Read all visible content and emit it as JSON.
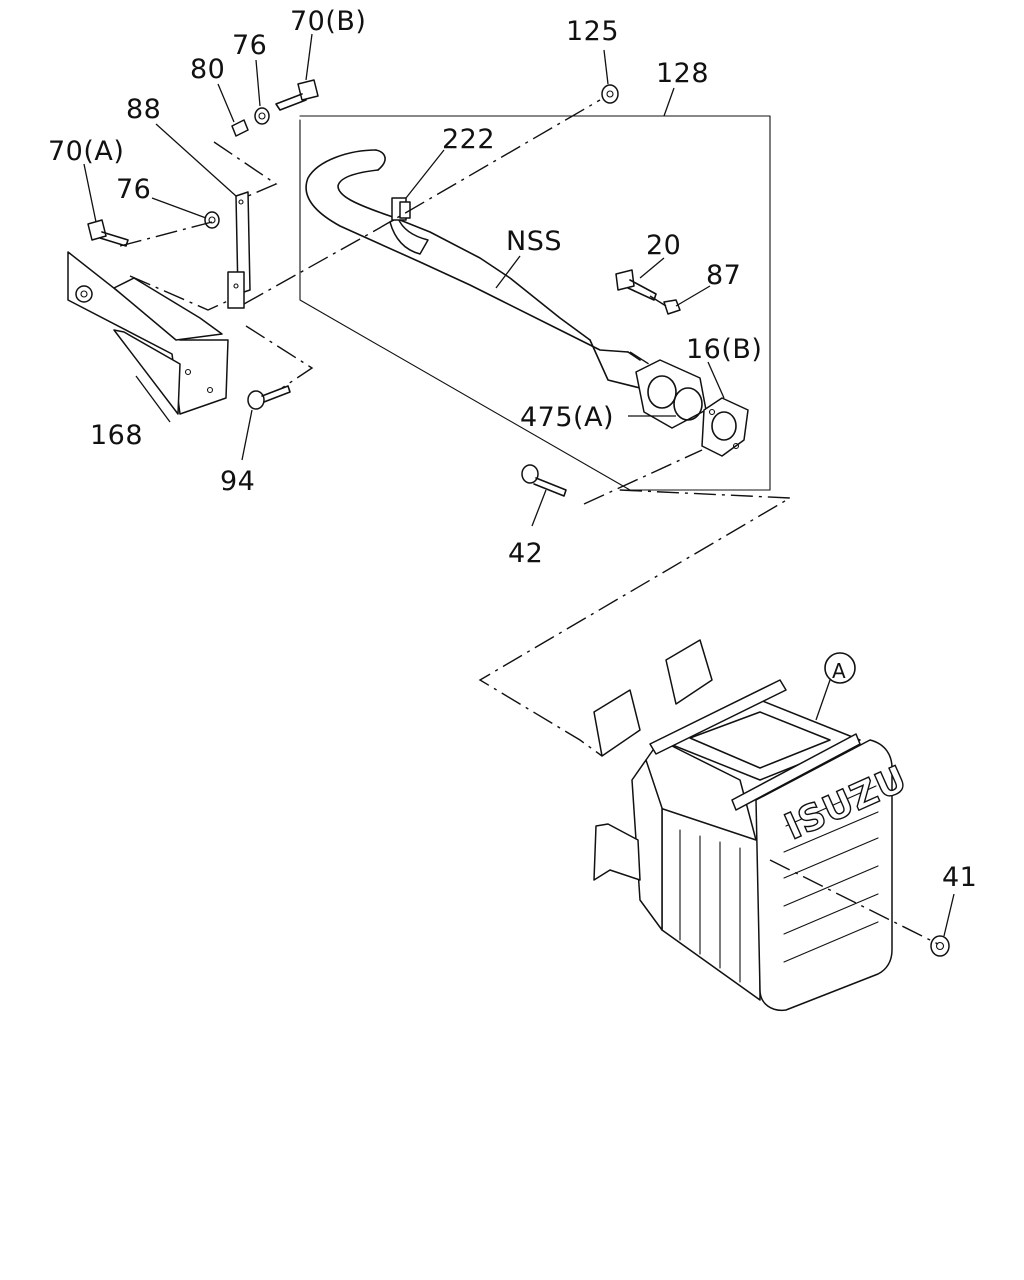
{
  "labels": {
    "p70b": "70(B)",
    "p76_top": "76",
    "p80": "80",
    "p125": "125",
    "p128": "128",
    "p88": "88",
    "p222": "222",
    "p70a": "70(A)",
    "p76_left": "76",
    "pNSS": "NSS",
    "p20": "20",
    "p87": "87",
    "p16b": "16(B)",
    "p475a": "475(A)",
    "p168": "168",
    "p94": "94",
    "p42": "42",
    "pA": "A",
    "p41": "41"
  },
  "logo_text": "ISUZU"
}
